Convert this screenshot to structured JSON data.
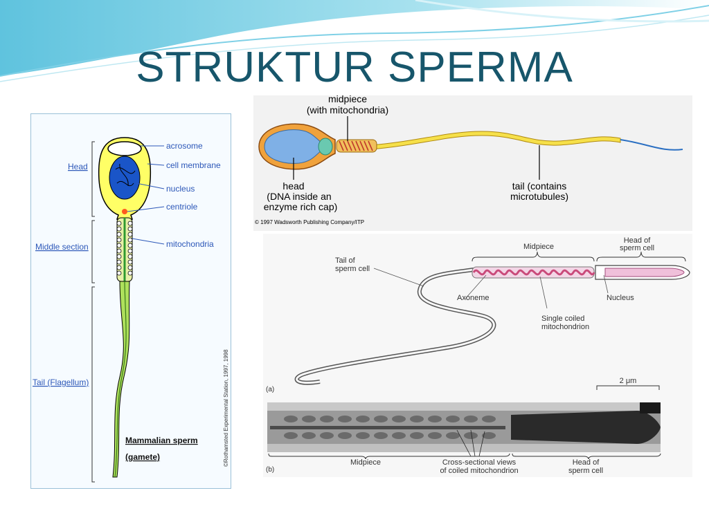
{
  "slide": {
    "title": "STRUKTUR SPERMA"
  },
  "left_diagram": {
    "parts": {
      "acrosome": "acrosome",
      "cell_membrane": "cell membrane",
      "nucleus": "nucleus",
      "centriole": "centriole",
      "mitochondria": "mitochondria"
    },
    "sections": {
      "head": "Head",
      "middle": "Middle section",
      "tail": "Tail (Flagellum)"
    },
    "caption_line1": "Mammalian sperm",
    "caption_line2": "(gamete)",
    "credit": "©Rothamsted Experimental Station, 1997, 1998"
  },
  "top_right_diagram": {
    "midpiece_line1": "midpiece",
    "midpiece_line2": "(with mitochondria)",
    "head_line1": "head",
    "head_line2": "(DNA inside an",
    "head_line3": "enzyme rich cap)",
    "tail_line1": "tail (contains",
    "tail_line2": "microtubules)",
    "credit": "© 1997 Wadsworth Publishing Company/ITP"
  },
  "bottom_right_diagram": {
    "midpiece_top": "Midpiece",
    "head_top_line1": "Head of",
    "head_top_line2": "sperm cell",
    "tail_line1": "Tail of",
    "tail_line2": "sperm cell",
    "axoneme": "Axoneme",
    "nucleus": "Nucleus",
    "coiled_line1": "Single coiled",
    "coiled_line2": "mitochondrion",
    "label_a": "(a)",
    "scale": "2 μm",
    "label_b": "(b)",
    "midpiece_bottom": "Midpiece",
    "cross_line1": "Cross-sectional views",
    "cross_line2": "of coiled mitochondrion",
    "head_bottom_line1": "Head of",
    "head_bottom_line2": "sperm cell"
  }
}
